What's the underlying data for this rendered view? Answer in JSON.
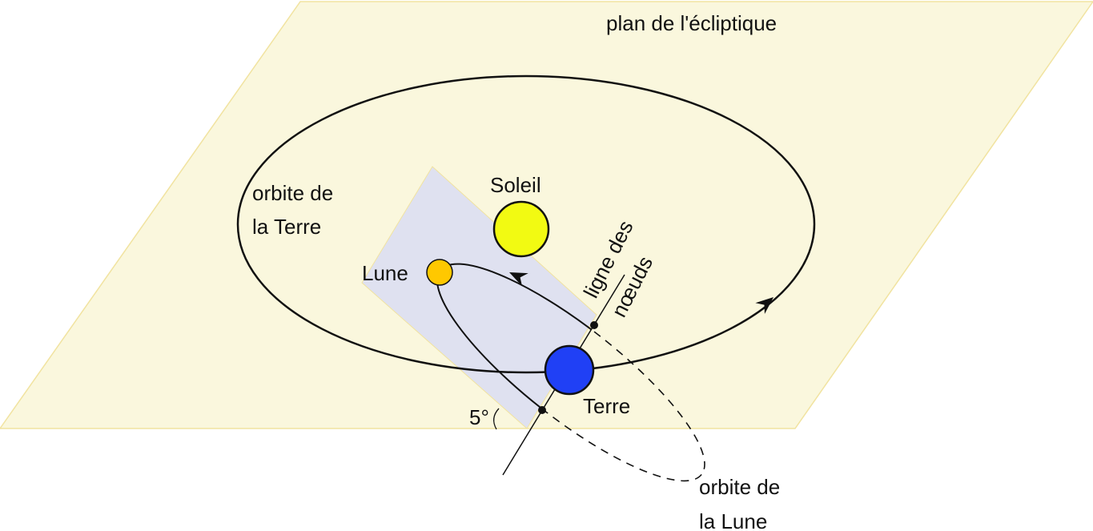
{
  "labels": {
    "ecliptic_plane": "plan de l'écliptique",
    "earth_orbit_line1": "orbite de",
    "earth_orbit_line2": "la Terre",
    "sun": "Soleil",
    "moon": "Lune",
    "earth": "Terre",
    "angle": "5°",
    "node_line1": "ligne des",
    "node_line2": "nœuds",
    "moon_orbit_line1": "orbite de",
    "moon_orbit_line2": "la Lune"
  },
  "colors": {
    "ecliptic_fill": "#faf7dd",
    "ecliptic_edge": "#f1e3a0",
    "moon_plane_fill": "#dfe1f0",
    "sun": "#f2fa12",
    "moon": "#ffc800",
    "earth": "#2040f5"
  }
}
